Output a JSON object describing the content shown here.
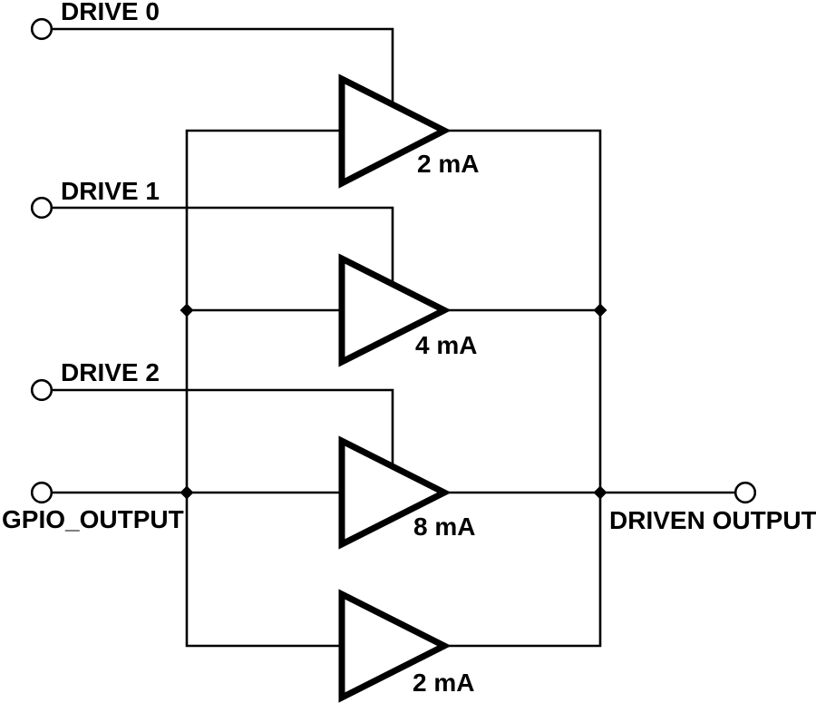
{
  "colors": {
    "line": "#000000",
    "background": "#ffffff"
  },
  "drive_inputs": [
    {
      "label": "DRIVE 0"
    },
    {
      "label": "DRIVE 1"
    },
    {
      "label": "DRIVE 2"
    }
  ],
  "signal_input": {
    "label": "GPIO_OUTPUT"
  },
  "signal_output": {
    "label": "DRIVEN OUTPUT"
  },
  "buffers": [
    {
      "label": "2 mA",
      "enable": "DRIVE 0"
    },
    {
      "label": "4 mA",
      "enable": "DRIVE 1"
    },
    {
      "label": "8 mA",
      "enable": "DRIVE 2"
    },
    {
      "label": "2 mA",
      "enable": ""
    }
  ]
}
